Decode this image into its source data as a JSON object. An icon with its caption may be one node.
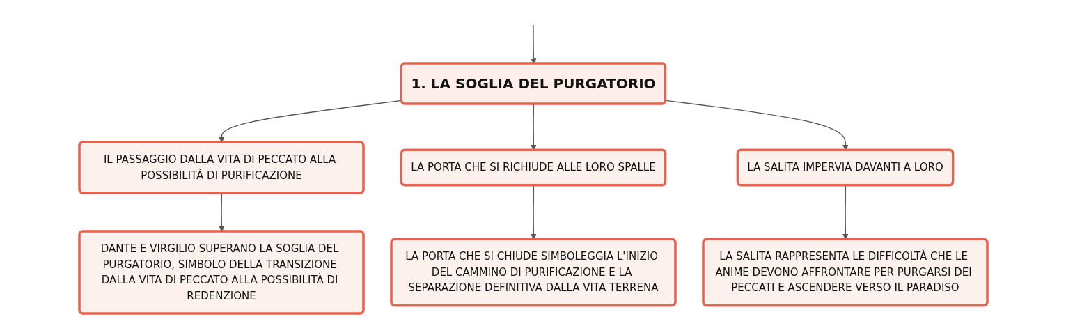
{
  "diagram": {
    "nodes": [
      {
        "text": [
          "1. LA SOGLIA DEL PURGATORIO"
        ]
      },
      {
        "text": [
          "IL PASSAGGIO DALLA VITA DI PECCATO ALLA POSSIBILITÀ DI PURIFICAZIONE"
        ]
      },
      {
        "text": [
          "LA PORTA CHE SI RICHIUDE ALLE LORO SPALLE"
        ]
      },
      {
        "text": [
          "LA SALITA IMPERVIA DAVANTI A LORO"
        ]
      },
      {
        "text": [
          "DANTE E VIRGILIO SUPERANO LA SOGLIA DEL PURGATORIO, SIMBOLO DELLA TRANSIZIONE DALLA VITA DI PECCATO ALLA POSSIBILITÀ DI REDENZIONE"
        ]
      },
      {
        "text": [
          "LA PORTA CHE SI CHIUDE SIMBOLEGGIA L'INIZIO DEL CAMMINO DI PURIFICAZIONE E LA SEPARAZIONE DEFINITIVA DALLA VITA TERRENA"
        ]
      },
      {
        "text": [
          "LA SALITA RAPPRESENTA LE DIFFICOLTÀ CHE LE ANIME DEVONO AFFRONTARE PER PURGARSI DEI PECCATI E ASCENDERE VERSO IL PARADISO"
        ]
      }
    ],
    "edges": [
      {
        "from": null,
        "to": 0,
        "arrow": "to"
      },
      {
        "from": 0,
        "to": 1,
        "arrow": "to"
      },
      {
        "from": 0,
        "to": 2,
        "arrow": "to"
      },
      {
        "from": 0,
        "to": 3,
        "arrow": "to"
      },
      {
        "from": 1,
        "to": 4,
        "arrow": "to"
      },
      {
        "from": 2,
        "to": 5,
        "arrow": "to"
      },
      {
        "from": 3,
        "to": 6,
        "arrow": "to"
      }
    ]
  }
}
